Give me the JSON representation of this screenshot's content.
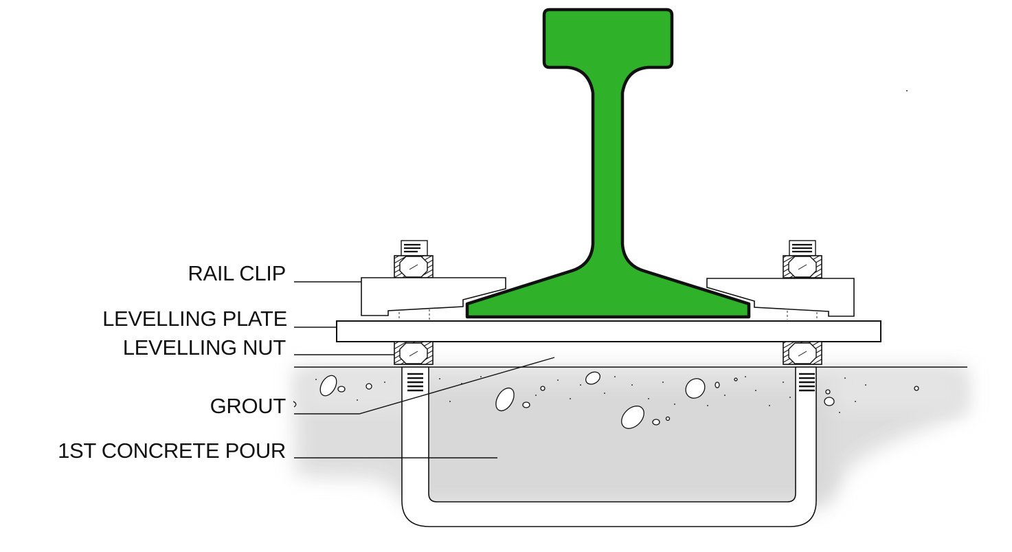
{
  "diagram": {
    "title": "Rail fastening with levelling plate on grouted concrete base",
    "labels": {
      "rail_clip": "RAIL CLIP",
      "levelling_plate": "LEVELLING PLATE",
      "levelling_nut": "LEVELLING NUT",
      "grout": "GROUT",
      "first_concrete_pour": "1ST CONCRETE POUR"
    },
    "components": [
      "rail",
      "rail-clip",
      "levelling-plate",
      "levelling-nut",
      "clamp-nut",
      "anchor-bolt",
      "grout",
      "concrete"
    ],
    "colors": {
      "rail_fill": "#2fb12a",
      "outline": "#111111",
      "concrete": "#e2e2e2",
      "background": "#ffffff"
    }
  }
}
